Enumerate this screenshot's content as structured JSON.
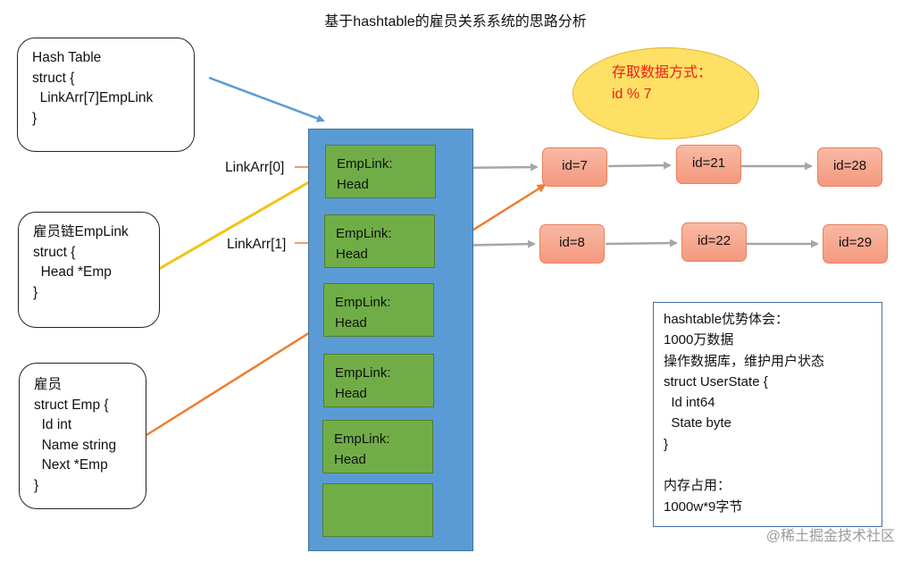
{
  "title": "基于hashtable的雇员关系系统的思路分析",
  "hash_table_box": {
    "lines": [
      "Hash Table",
      "struct {",
      "  LinkArr[7]EmpLink",
      "}"
    ]
  },
  "emplink_box": {
    "lines": [
      "雇员链EmpLink",
      "struct {",
      "  Head *Emp",
      "}"
    ]
  },
  "emp_box": {
    "lines": [
      "雇员",
      "struct Emp {",
      "  Id int",
      "  Name string",
      "  Next *Emp",
      "}"
    ]
  },
  "hashtable_slots": [
    {
      "lines": [
        "EmpLink:",
        "Head"
      ]
    },
    {
      "lines": [
        "EmpLink:",
        "Head"
      ]
    },
    {
      "lines": [
        "EmpLink:",
        "Head"
      ]
    },
    {
      "lines": [
        "EmpLink:",
        "Head"
      ]
    },
    {
      "lines": [
        "EmpLink:",
        "Head"
      ]
    },
    {
      "lines": [
        "",
        ""
      ]
    }
  ],
  "slot_labels": [
    "LinkArr[0]",
    "LinkArr[1]"
  ],
  "chain_row_0": [
    "id=7",
    "id=21",
    "id=28"
  ],
  "chain_row_1": [
    "id=8",
    "id=22",
    "id=29"
  ],
  "access_method": {
    "lines": [
      "存取数据方式：",
      "id % 7"
    ]
  },
  "advantages_box": {
    "lines": [
      "hashtable优势体会：",
      "1000万数据",
      "操作数据库，维护用户状态",
      "struct UserState {",
      "  Id int64",
      "  State byte",
      "}",
      "",
      "内存占用：",
      "1000w*9字节"
    ]
  },
  "watermark": "@稀土掘金技术社区",
  "colors": {
    "hashtable_fill": "#5b9bd5",
    "slot_fill": "#70ad47",
    "node_fill": "#f4997e",
    "ellipse_fill": "#fde064",
    "access_text": "#ee1c1c",
    "arrow_blue": "#5b9bd5",
    "arrow_yellow": "#f2c40f",
    "arrow_orange": "#ed7d31",
    "arrow_gray": "#a6a6a6"
  }
}
